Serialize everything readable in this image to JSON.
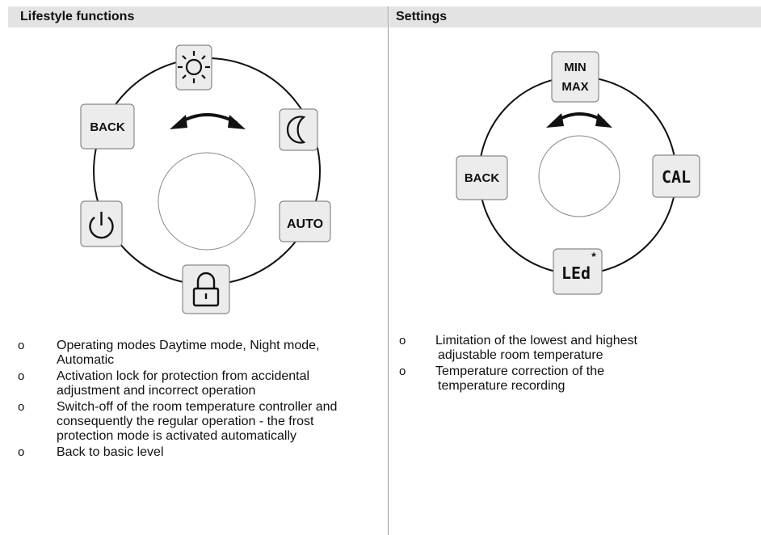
{
  "headers": {
    "left": "Lifestyle functions",
    "right": "Settings"
  },
  "left_dial": {
    "buttons": {
      "top_icon": "sun-icon",
      "right_upper_icon": "moon-icon",
      "right_lower": "AUTO",
      "bottom_icon": "lock-icon",
      "left_lower_icon": "power-icon",
      "left_upper": "BACK"
    },
    "arrow_icon": "rotate-double-arrow-icon"
  },
  "right_dial": {
    "buttons": {
      "top_line1": "MIN",
      "top_line2": "MAX",
      "right": "CAL",
      "bottom": "LEd",
      "bottom_marker": "*",
      "left": "BACK"
    },
    "arrow_icon": "rotate-double-arrow-icon"
  },
  "left_bullets": [
    {
      "marker": "o",
      "text": "Operating modes Daytime mode, Night mode, Automatic"
    },
    {
      "marker": "o",
      "text": "Activation lock for protection from accidental adjustment and incorrect operation"
    },
    {
      "marker": "o",
      "text": "Switch-off of the room temperature controller and consequently the regular operation - the frost protection mode is activated automatically"
    },
    {
      "marker": "o",
      "text": "Back to basic level"
    }
  ],
  "right_bullets": [
    {
      "marker": "o",
      "line1": "Limitation of the lowest and highest",
      "line2": "adjustable room temperature"
    },
    {
      "marker": "o",
      "line1": "Temperature correction of the",
      "line2": "temperature recording"
    }
  ]
}
